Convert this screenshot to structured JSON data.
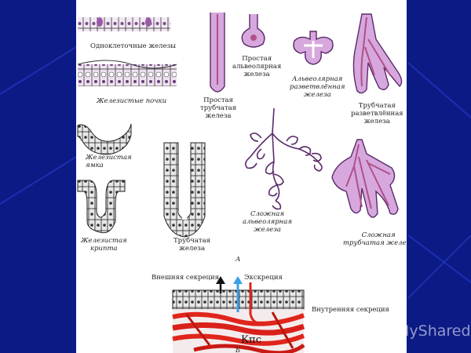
{
  "labels": {
    "unicellular": "Одноклеточные железы",
    "glandular_buds": "Железистые почки",
    "simple_tubular": [
      "Простая",
      "трубчатая",
      "железа"
    ],
    "simple_alveolar": [
      "Простая",
      "альвеолярная",
      "железа"
    ],
    "alveolar_branched": [
      "Альвеолярная",
      "разветвлённая",
      "железа"
    ],
    "tubular_branched": [
      "Трубчатая",
      "разветвлённая",
      "железа"
    ],
    "glandular_pit": [
      "Железистая",
      "ямка"
    ],
    "tubular_gland": [
      "Трубчатая",
      "железа"
    ],
    "complex_alveolar": [
      "Сложная",
      "альвеолярная",
      "железа"
    ],
    "glandular_crypt": [
      "Железистая",
      "крипта"
    ],
    "complex_tubular": [
      "Сложная",
      "трубчатая железа"
    ],
    "fig_a": "А",
    "external_secretion": "Внешняя секреция",
    "excretion": "Экскреция",
    "internal_secretion": "Внутренняя секреция",
    "kps": "Кпс",
    "fig_b": "Б"
  },
  "watermark": {
    "text": "MyShared",
    "icon": "tree-icon"
  },
  "colors": {
    "background": "#0c1a86",
    "panel": "#ffffff",
    "gland_fill": "#d7a8dd",
    "gland_stroke": "#5a2a6a",
    "lumen": "#b0508a",
    "vessel": "#e0251c",
    "arrow_external": "#111111",
    "arrow_excretion": "#3aa0e8"
  }
}
